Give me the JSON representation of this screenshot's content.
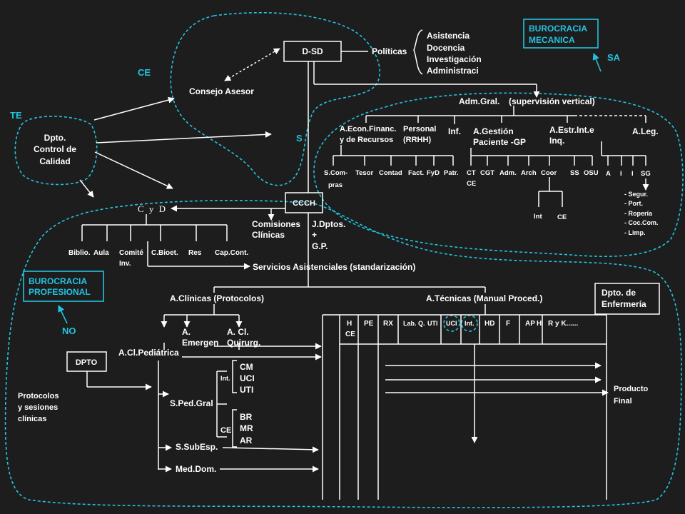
{
  "colors": {
    "background": "#1d1d1d",
    "lines": "#ffffff",
    "accent": "#23c3e0"
  },
  "zones": {
    "ce": "CE",
    "te": "TE",
    "s": "S",
    "sa": "SA",
    "no": "NO"
  },
  "callouts": {
    "mecanica": [
      "BUROCRACIA",
      "MECANICA"
    ],
    "profesional": [
      "BUROCRACIA",
      "PROFESIONAL"
    ]
  },
  "apex": {
    "dsd": "D-SD",
    "politicas": "Políticas",
    "policies": [
      "Asistencia",
      "Docencia",
      "Investigación",
      "Administraci"
    ],
    "consejo": "Consejo Asesor",
    "control": [
      "Dpto.",
      "Control de",
      "Calidad"
    ]
  },
  "admin": {
    "adm_gral": "Adm.Gral.",
    "supervision": "(supervisión vertical)",
    "econ": [
      "A.Econ.Financ.",
      "y de Recursos"
    ],
    "personal": [
      "Personal",
      "(RRHH)"
    ],
    "inf": "Inf.",
    "gestion": [
      "A.Gestión",
      "Paciente -GP"
    ],
    "estr": [
      "A.Estr.Int.e",
      "Inq."
    ],
    "leg": "A.Leg.",
    "econ_subs": [
      "S.Com-",
      "pras",
      "Tesor",
      "Contad",
      "Fact.",
      "FyD",
      "Patr."
    ],
    "gp_subs": [
      "CT",
      "CE",
      "CGT",
      "Adm.",
      "Arch",
      "Coor",
      "SS",
      "OSU"
    ],
    "coor_subs": [
      "Int",
      "CE"
    ],
    "leg_subs": [
      "A",
      "I",
      "I",
      "SG"
    ],
    "sg_items": [
      "- Segur.",
      "- Port.",
      "- Ropería",
      "- Coc.Com.",
      "- Limp."
    ]
  },
  "middle": {
    "ccch": "CCCH",
    "cyd": "C y D",
    "comisiones": [
      "Comisiones",
      "Clínicas"
    ],
    "jdptos": [
      "J.Dptos.",
      "+",
      "G.P."
    ],
    "cyd_subs": [
      "Biblio.",
      "Aula",
      "Comité",
      "Inv.",
      "C.Bioet.",
      "Res",
      "Cap.Cont."
    ],
    "servicios": "Servicios Asistenciales (standarización)"
  },
  "operating": {
    "clinicas": "A.Clínicas (Protocolos)",
    "tecnicas": "A.Técnicas (Manual Proced.)",
    "enfermeria": [
      "Dpto. de",
      "Enfermería"
    ],
    "emergen": [
      "A.",
      "Emergen"
    ],
    "quirurg": [
      "A. Cl.",
      "Quirurg."
    ],
    "pediatrica": "A.Cl.Pediátrica",
    "dpto": "DPTO",
    "sped": "S.Ped.Gral",
    "int": "Int.",
    "int_items": [
      "CM",
      "UCI",
      "UTI"
    ],
    "ce": "CE",
    "ce_items": [
      "BR",
      "MR",
      "AR"
    ],
    "subesp": "S.SubEsp.",
    "meddom": "Med.Dom.",
    "protocolos": [
      "Protocolos",
      "y sesiones",
      "clínicas"
    ],
    "producto": [
      "Producto",
      "Final"
    ],
    "tec_cols": [
      "H",
      "CE",
      "PE",
      "RX",
      "Lab.",
      "Q.",
      "UTI",
      "UCI",
      "Int.",
      "HD",
      "F",
      "AP",
      "H",
      "R y K......"
    ]
  }
}
